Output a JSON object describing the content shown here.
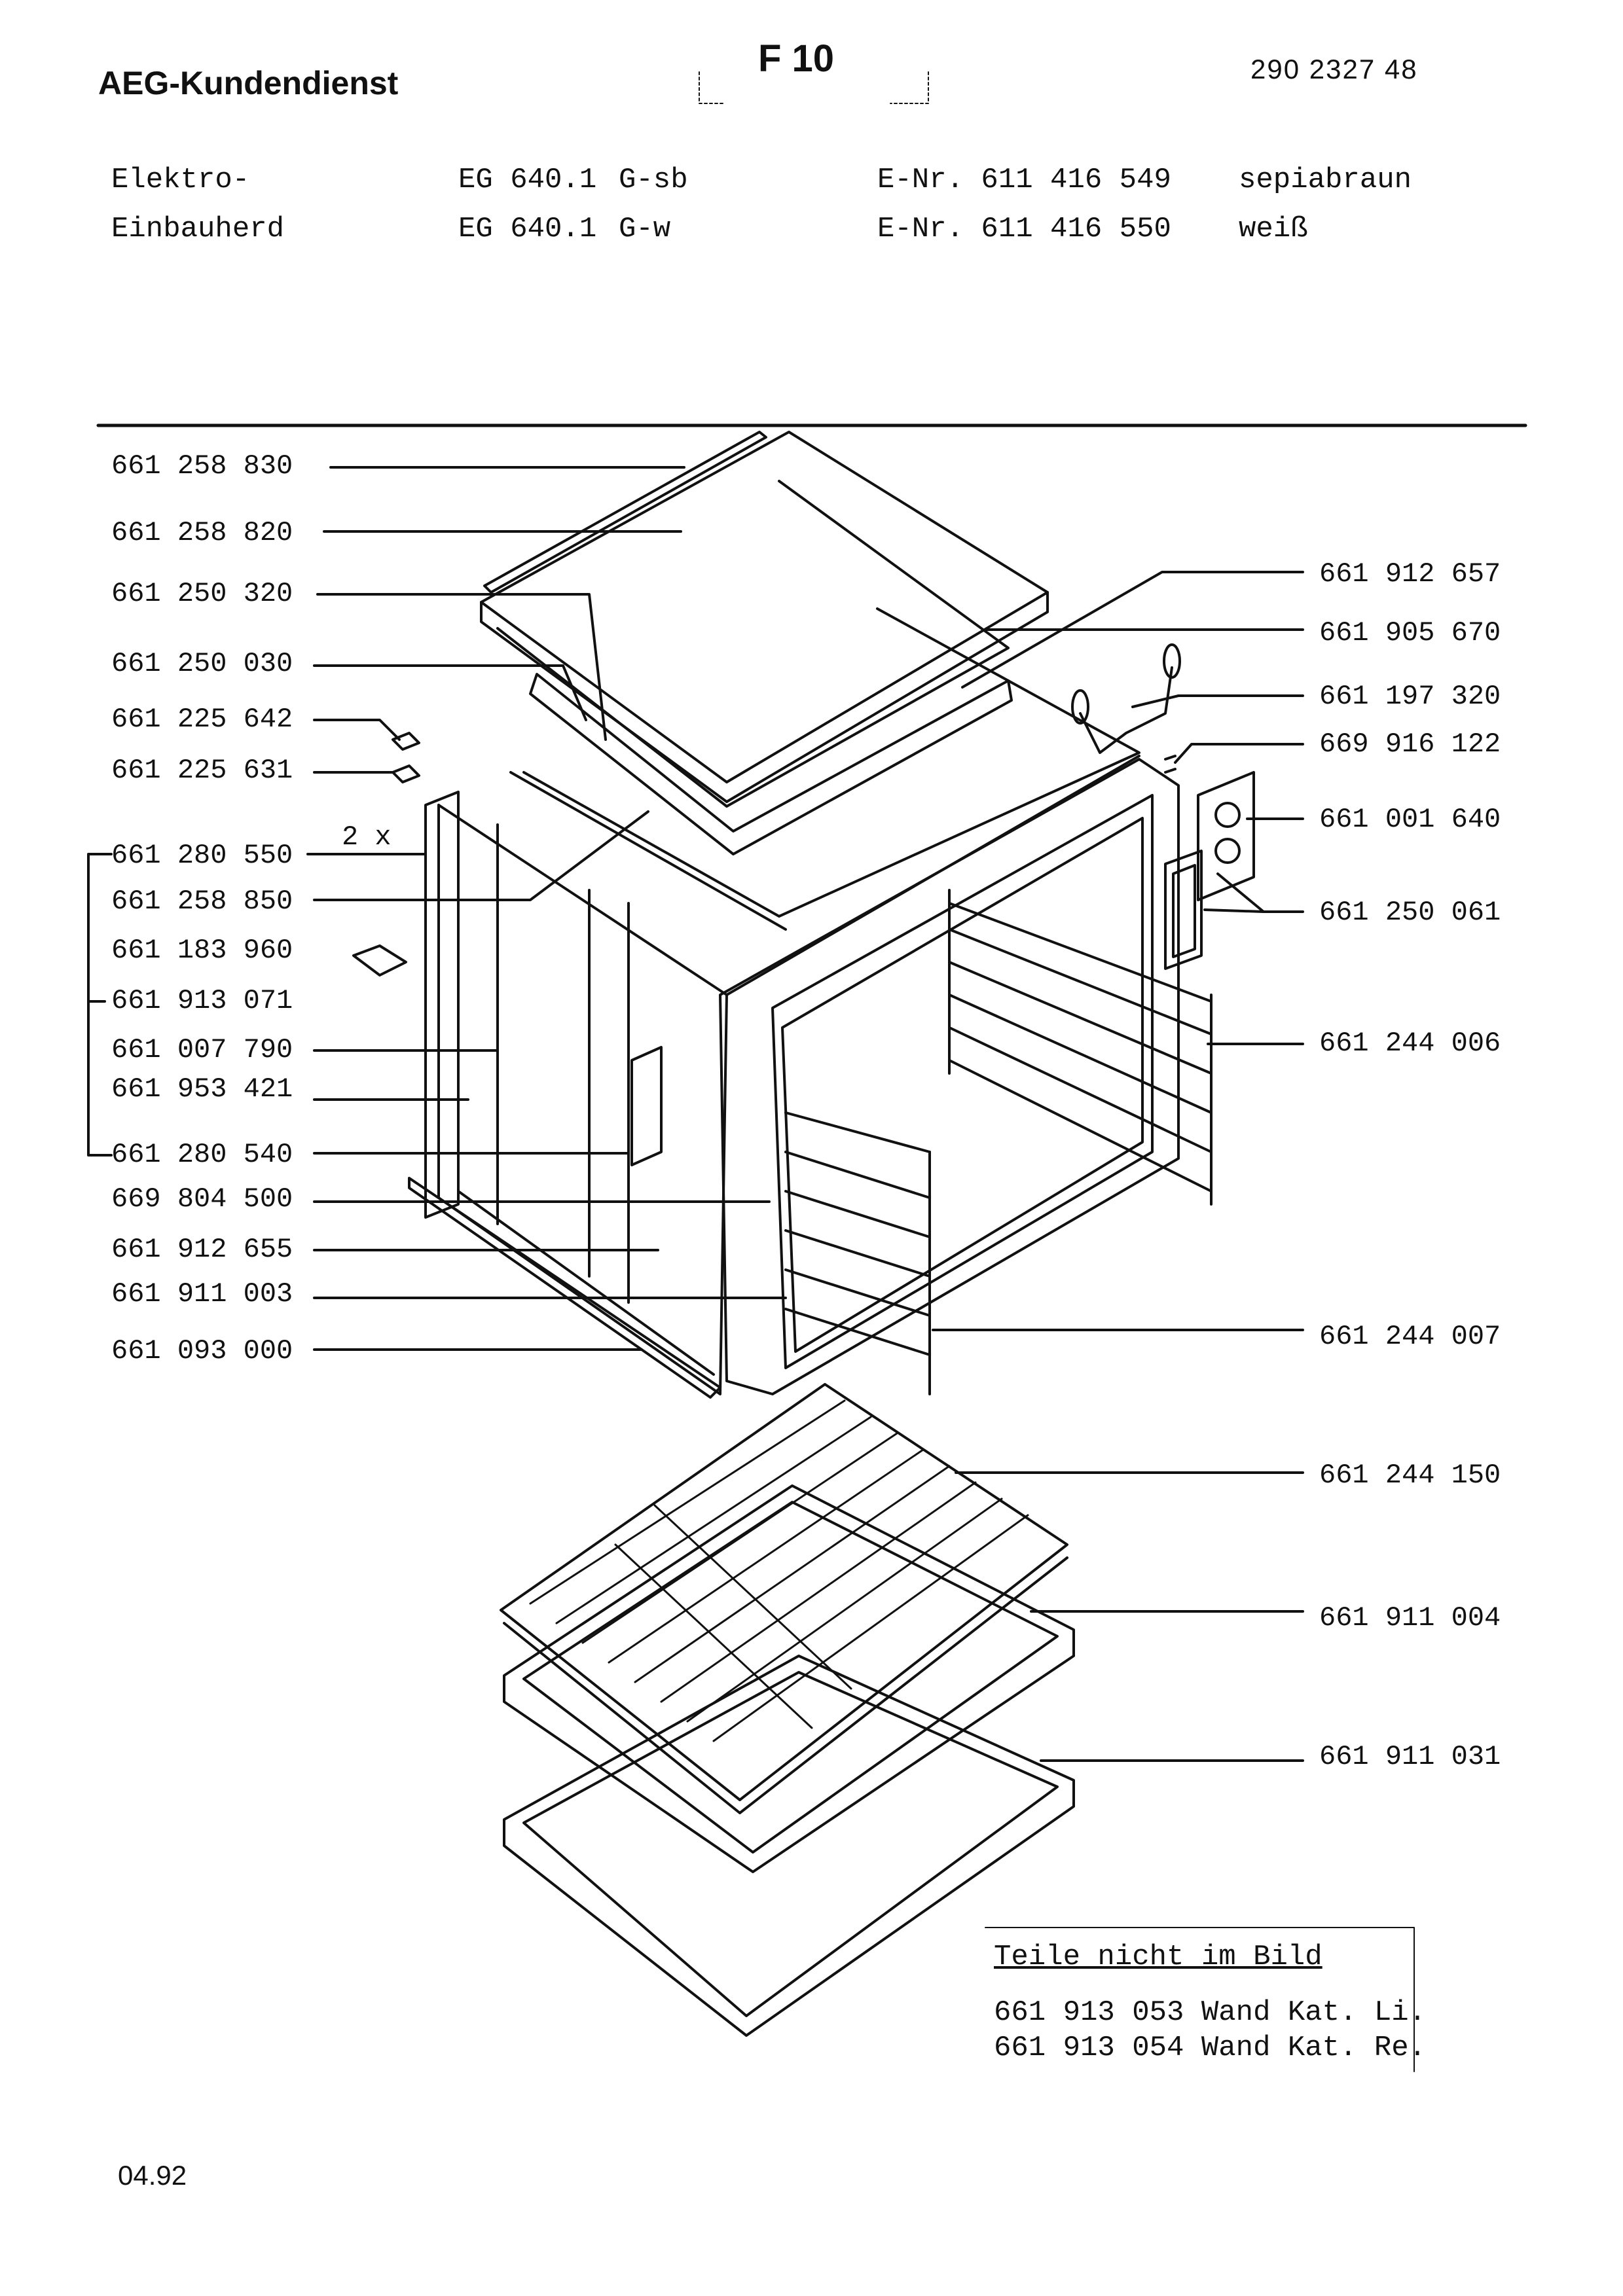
{
  "header": {
    "brand": "AEG-Kundendienst",
    "code": "F 10",
    "doc_number": "290 2327 48"
  },
  "models": [
    {
      "type": "Elektro-",
      "model": "EG 640.1",
      "variant": "G-sb",
      "enr": "E-Nr. 611 416 549",
      "color": "sepiabraun"
    },
    {
      "type": "Einbauherd",
      "model": "EG 640.1",
      "variant": "G-w",
      "enr": "E-Nr. 611 416 550",
      "color": "weiß"
    }
  ],
  "parts_left": [
    "661 258 830",
    "661 258 820",
    "661 250 320",
    "661 250 030",
    "661 225 642",
    "661 225 631",
    "661 280 550",
    "661 258 850",
    "661 183 960",
    "661 913 071",
    "661 007 790",
    "661 953 421",
    "661 280 540",
    "669 804 500",
    "661 912 655",
    "661 911 003",
    "661 093 000"
  ],
  "parts_right": [
    "661 912 657",
    "661 905 670",
    "661 197 320",
    "669 916 122",
    "661 001 640",
    "661 250 061",
    "661 244 006",
    "661 244 007",
    "661 244 150",
    "661 911 004",
    "661 911 031"
  ],
  "quantity_note": "2 x",
  "notes": {
    "title": "Teile nicht im Bild",
    "lines": [
      "661 913 053 Wand Kat. Li.",
      "661 913 054 Wand Kat. Re."
    ]
  },
  "date": "04.92"
}
